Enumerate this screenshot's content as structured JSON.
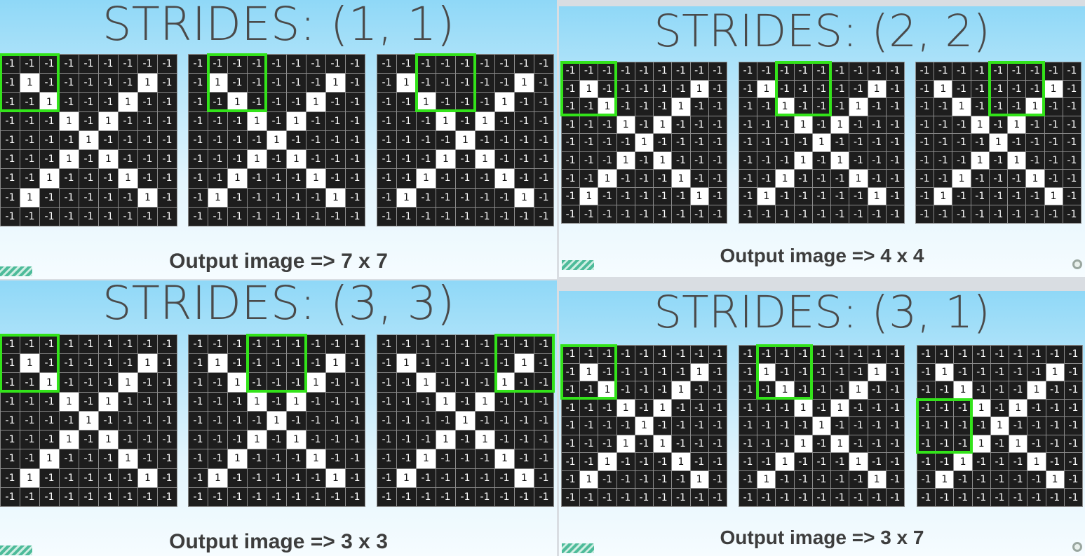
{
  "colors": {
    "kernel_border": "#33e31a",
    "negative_cell": "#1d1d1d",
    "positive_cell": "#ffffff",
    "title_text": "#4a4a4a",
    "caption_text": "#3d3d3d"
  },
  "input_grid": [
    [
      -1,
      -1,
      -1,
      -1,
      -1,
      -1,
      -1,
      -1,
      -1
    ],
    [
      -1,
      1,
      -1,
      -1,
      -1,
      -1,
      -1,
      1,
      -1
    ],
    [
      -1,
      -1,
      1,
      -1,
      -1,
      -1,
      1,
      -1,
      -1
    ],
    [
      -1,
      -1,
      -1,
      1,
      -1,
      1,
      -1,
      -1,
      -1
    ],
    [
      -1,
      -1,
      -1,
      -1,
      1,
      -1,
      -1,
      -1,
      -1
    ],
    [
      -1,
      -1,
      -1,
      1,
      -1,
      1,
      -1,
      -1,
      -1
    ],
    [
      -1,
      -1,
      1,
      -1,
      -1,
      -1,
      1,
      -1,
      -1
    ],
    [
      -1,
      1,
      -1,
      -1,
      -1,
      -1,
      -1,
      1,
      -1
    ],
    [
      -1,
      -1,
      -1,
      -1,
      -1,
      -1,
      -1,
      -1,
      -1
    ]
  ],
  "kernel_size": 3,
  "slides": [
    {
      "id": "strides-1-1",
      "title": "STRIDES: (1, 1)",
      "caption": "Output image => 7 x 7",
      "kernel_positions": [
        [
          0,
          0
        ],
        [
          0,
          1
        ],
        [
          0,
          2
        ]
      ]
    },
    {
      "id": "strides-2-2",
      "title": "STRIDES: (2, 2)",
      "caption": "Output image => 4 x 4",
      "kernel_positions": [
        [
          0,
          0
        ],
        [
          0,
          2
        ],
        [
          0,
          4
        ]
      ]
    },
    {
      "id": "strides-3-3",
      "title": "STRIDES: (3, 3)",
      "caption": "Output image => 3 x 3",
      "kernel_positions": [
        [
          0,
          0
        ],
        [
          0,
          3
        ],
        [
          0,
          6
        ]
      ]
    },
    {
      "id": "strides-3-1",
      "title": "STRIDES: (3, 1)",
      "caption": "Output image => 3 x 7",
      "kernel_positions": [
        [
          0,
          0
        ],
        [
          0,
          1
        ],
        [
          3,
          0
        ]
      ]
    }
  ]
}
